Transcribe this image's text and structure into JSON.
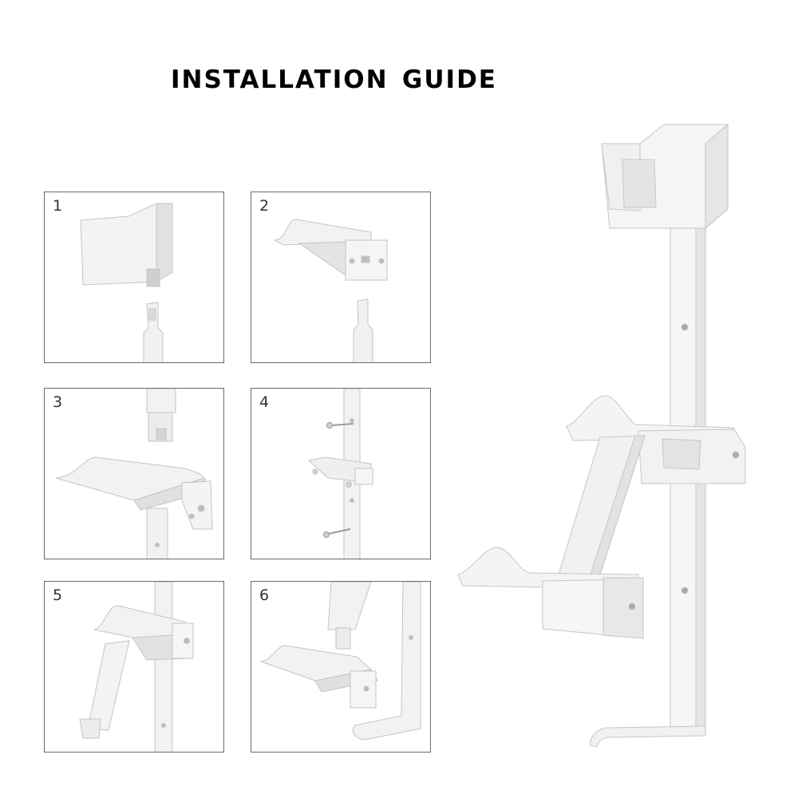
{
  "title": "installation guide",
  "steps": [
    {
      "number": "1"
    },
    {
      "number": "2"
    },
    {
      "number": "3"
    },
    {
      "number": "4"
    },
    {
      "number": "5"
    },
    {
      "number": "6"
    }
  ],
  "colors": {
    "part_fill": "#f4f4f4",
    "part_shade": "#dcdcdc",
    "part_stroke": "#bdbdbd",
    "panel_border": "#6a6a6a"
  }
}
